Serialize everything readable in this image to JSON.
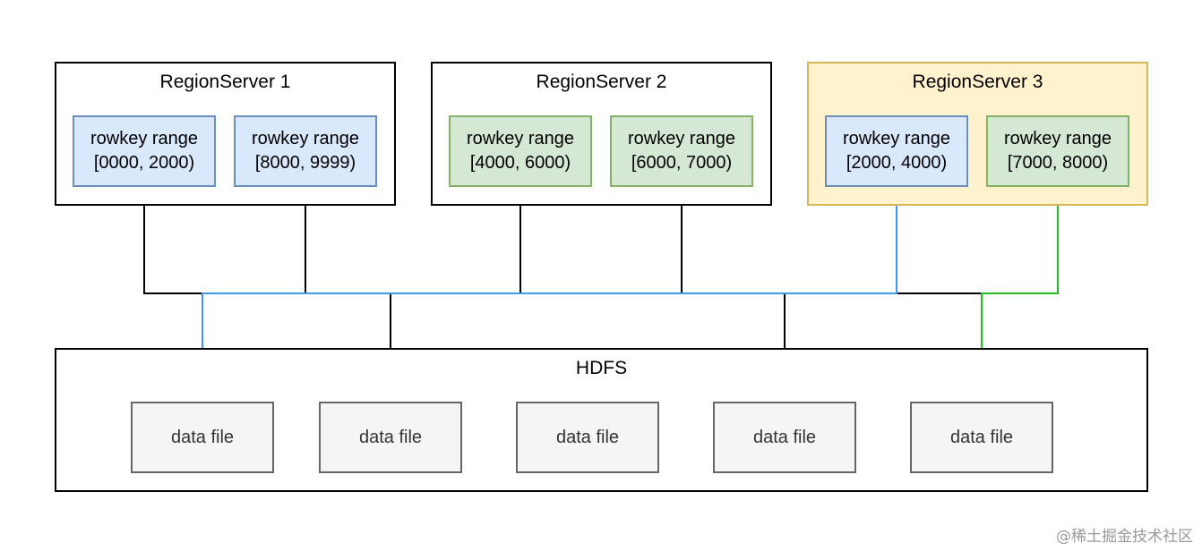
{
  "servers": [
    {
      "title": "RegionServer 1",
      "regions": [
        {
          "label": "rowkey range",
          "range": "[0000, 2000)"
        },
        {
          "label": "rowkey range",
          "range": "[8000, 9999)"
        }
      ]
    },
    {
      "title": "RegionServer 2",
      "regions": [
        {
          "label": "rowkey range",
          "range": "[4000, 6000)"
        },
        {
          "label": "rowkey range",
          "range": "[6000, 7000)"
        }
      ]
    },
    {
      "title": "RegionServer 3",
      "regions": [
        {
          "label": "rowkey range",
          "range": "[2000, 4000)"
        },
        {
          "label": "rowkey range",
          "range": "[7000, 8000)"
        }
      ]
    }
  ],
  "hdfs": {
    "title": "HDFS",
    "files": [
      "data file",
      "data file",
      "data file",
      "data file",
      "data file"
    ]
  },
  "colors": {
    "blue_region_fill": "#dae8fc",
    "blue_region_stroke": "#6c8ebf",
    "green_region_fill": "#d5e8d4",
    "green_region_stroke": "#82b366",
    "highlight_fill": "#fff2cc",
    "highlight_stroke": "#d6b656",
    "blue_connector": "#3d9ae8",
    "green_connector": "#1fbf1f",
    "black_connector": "#000000"
  },
  "watermark": "@稀土掘金技术社区"
}
